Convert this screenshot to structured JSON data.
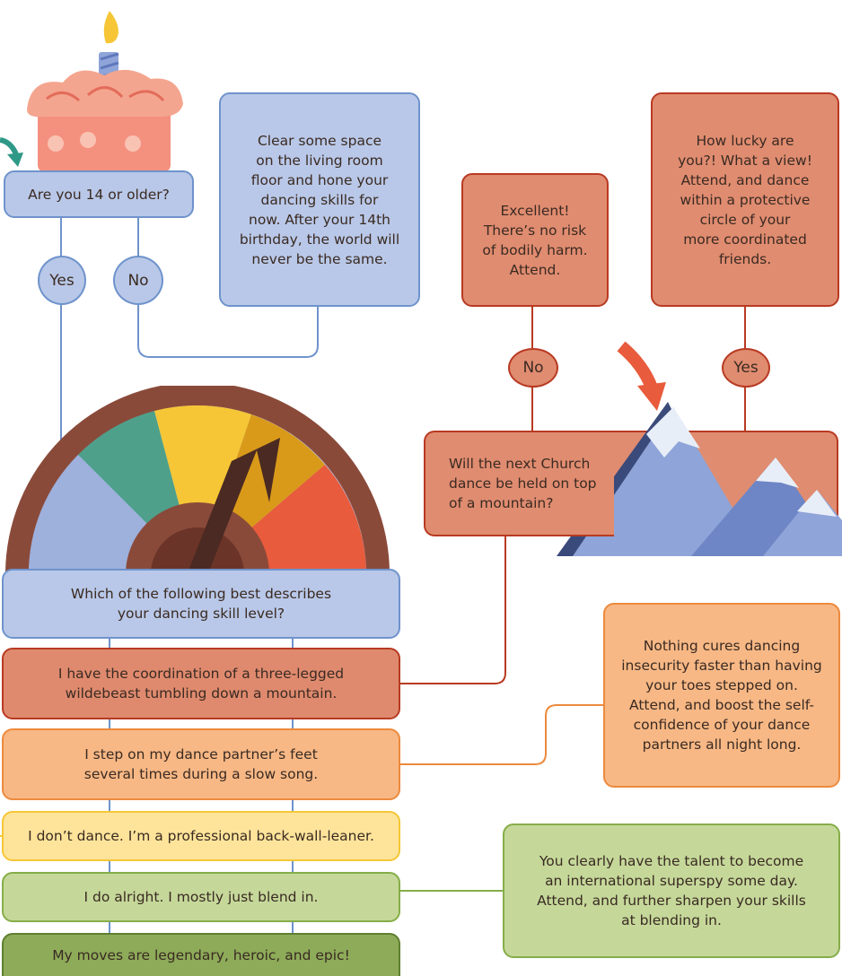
{
  "flowchart": {
    "age_question": "Are you 14 or older?",
    "yes_label": "Yes",
    "no_label": "No",
    "under14_result": "Clear some space\non the living room\nfloor and hone your\ndancing skills for\nnow. After your 14th\nbirthday, the world will\nnever be the same.",
    "skill_question": "Which of the following best describes\nyour dancing skill level?",
    "options": [
      "I have the coordination of a three-legged\nwildebeast tumbling down a mountain.",
      "I step on my dance partner’s feet\nseveral times during a slow song.",
      "I don’t dance. I’m a professional back-wall-leaner.",
      "I do alright. I mostly just blend in.",
      "My moves are legendary, heroic, and epic!"
    ],
    "mountain_question": "Will the next Church\ndance be held on top\nof a mountain?",
    "mountain_no": "No",
    "mountain_yes": "Yes",
    "mountain_no_result": "Excellent!\nThere’s no risk\nof bodily harm.\nAttend.",
    "mountain_yes_result": "How lucky are\nyou?! What a view!\nAttend, and dance\nwithin a protective\ncircle of your\nmore coordinated\nfriends.",
    "stepper_result": "Nothing cures dancing\ninsecurity faster than having\nyour toes stepped on.\nAttend, and boost the self-\nconfidence of your dance\npartners all night long.",
    "blender_result": "You clearly have the talent to become\nan international superspy some day.\nAttend, and further sharpen your skills\nat blending in."
  },
  "colors": {
    "blue": "#b9c8e8",
    "red": "#e08c70",
    "orange": "#f7b885",
    "yellow": "#fde49a",
    "light_green": "#c5d89a",
    "dark_green": "#8dab59"
  },
  "illustrations": [
    "birthday-cake",
    "skill-gauge",
    "snowy-mountains",
    "arrow"
  ]
}
